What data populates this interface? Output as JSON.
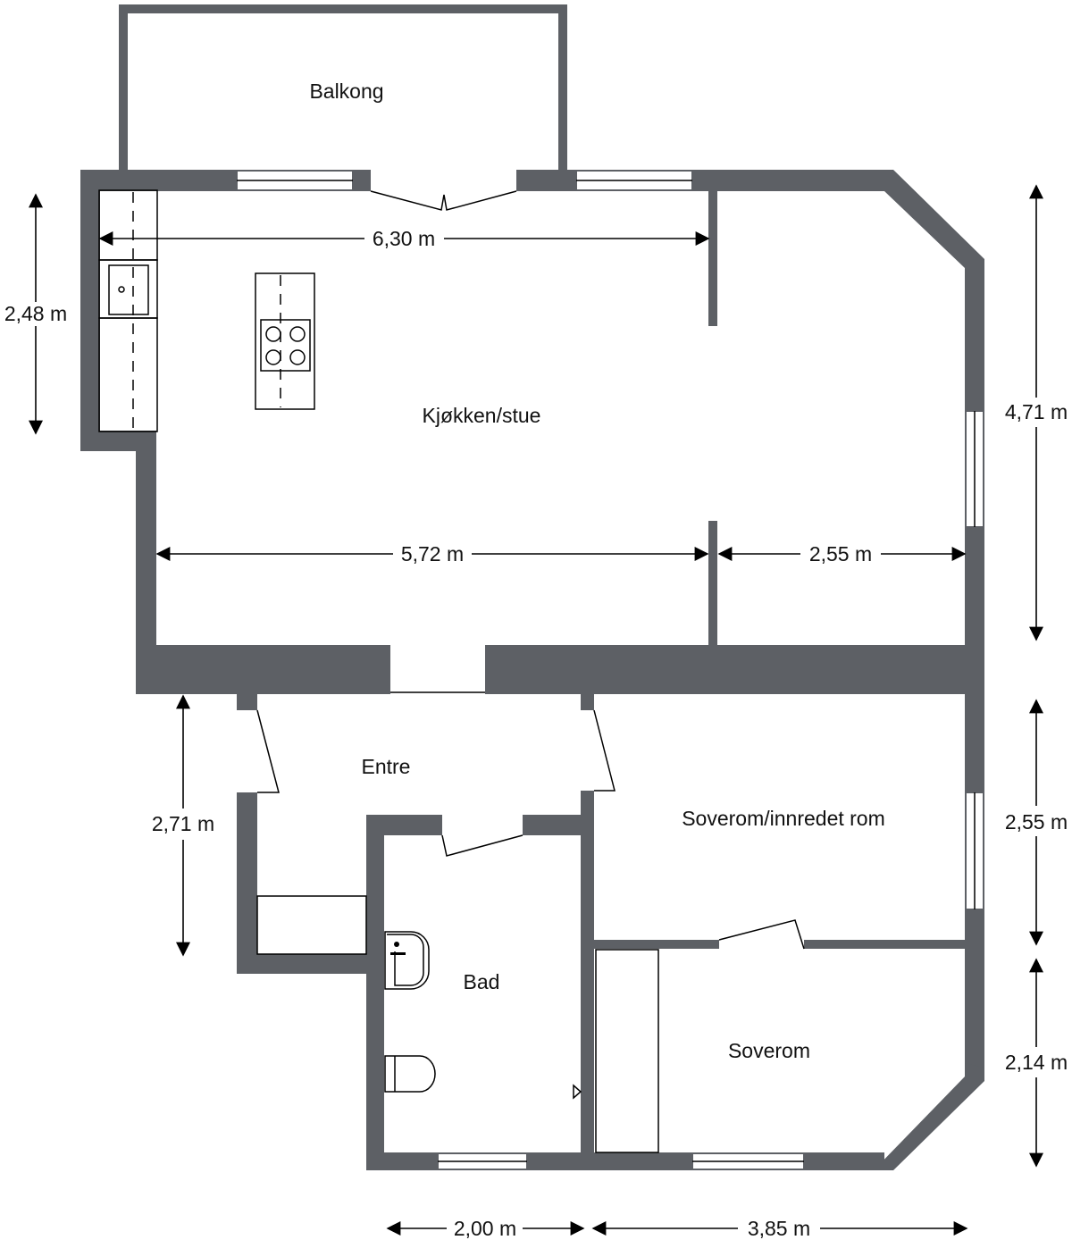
{
  "rooms": {
    "balcony": "Balkong",
    "kitchen_living": "Kjøkken/stue",
    "entrance": "Entre",
    "bedroom_furnished": "Soverom/innredet rom",
    "bathroom": "Bad",
    "bedroom": "Soverom"
  },
  "dimensions": {
    "kitchen_width_top": "6,30 m",
    "kitchen_depth_left": "2,48 m",
    "living_height_right": "4,71 m",
    "kitchen_width_bottom": "5,72 m",
    "living_width": "2,55 m",
    "entrance_height": "2,71 m",
    "bedroom1_height": "2,55 m",
    "bedroom2_height": "2,14 m",
    "bath_width": "2,00 m",
    "bedroom_width": "3,85 m"
  },
  "colors": {
    "wall": "#5d6065"
  }
}
